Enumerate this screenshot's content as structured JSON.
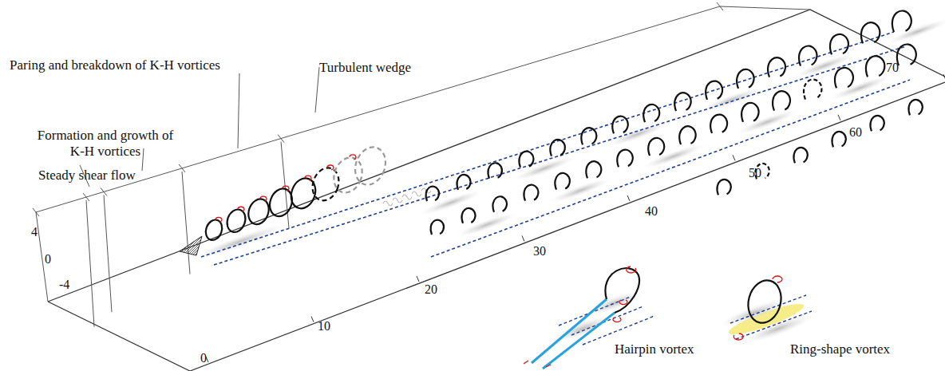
{
  "diagram": {
    "labels": [
      "Paring and breakdown of K-H vortices",
      "Turbulent wedge",
      "Formation and growth of K-H vortices",
      "Steady shear flow",
      "4",
      "0",
      "-4",
      "0",
      "10",
      "20",
      "30",
      "40",
      "50",
      "60",
      "70",
      "Hairpin vortex",
      "Ring-shape vortex"
    ]
  }
}
